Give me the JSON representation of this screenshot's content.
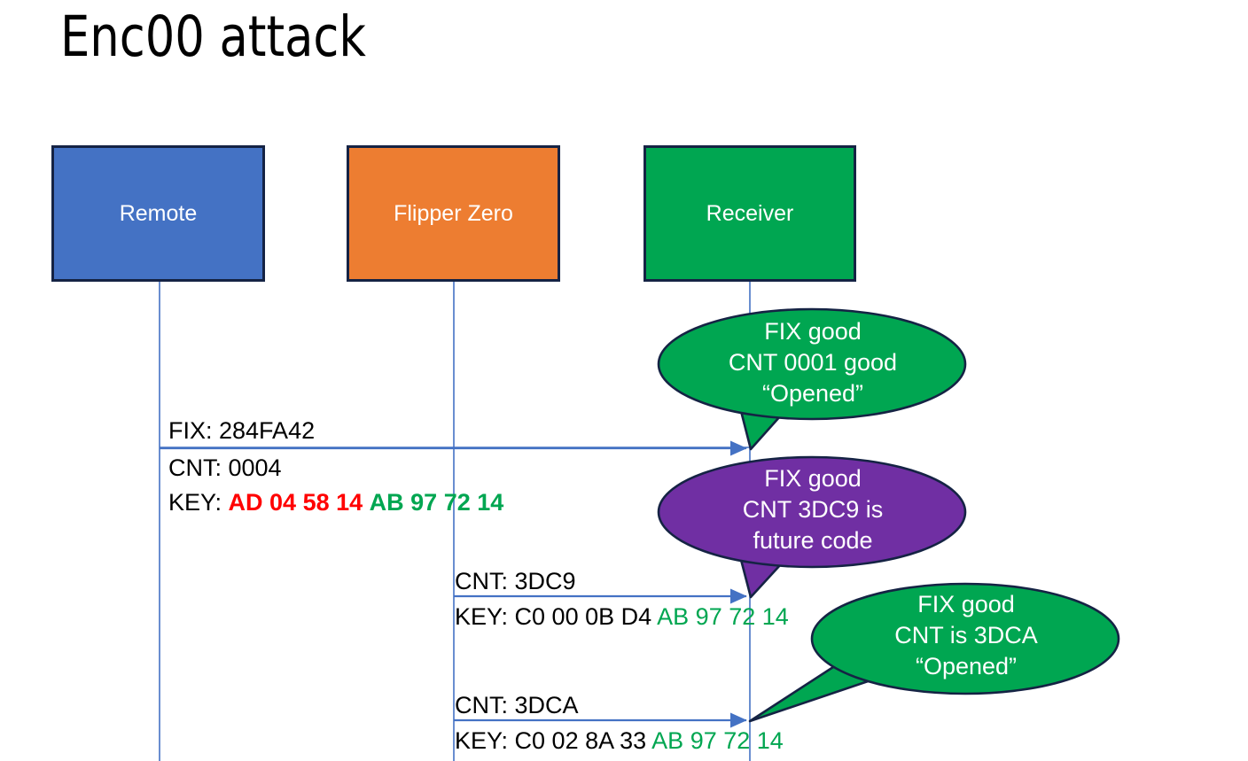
{
  "title": "Enc00 attack",
  "colors": {
    "remote": "#4472C4",
    "flipper": "#ED7D31",
    "receiver": "#00A651",
    "bubble_good": "#00A651",
    "bubble_future": "#702FA3",
    "outline": "#152344",
    "arrow": "#4472C4",
    "red_key": "#FF0000",
    "green_key": "#00A651"
  },
  "actors": [
    {
      "id": "remote",
      "label": "Remote"
    },
    {
      "id": "flipper",
      "label": "Flipper Zero"
    },
    {
      "id": "receiver",
      "label": "Receiver"
    }
  ],
  "messages": [
    {
      "id": "msg1",
      "from": "remote",
      "to": "receiver",
      "lines": [
        {
          "text": "FIX: 284FA42"
        },
        {
          "text": "CNT: 0004"
        },
        {
          "prefix": "KEY: ",
          "red": "AD 04 58 14",
          "sep": " ",
          "green": "AB 97 72 14"
        }
      ]
    },
    {
      "id": "msg2",
      "from": "flipper",
      "to": "receiver",
      "lines": [
        {
          "text": "CNT: 3DC9"
        },
        {
          "prefix": "KEY: C0 00 0B D4 ",
          "green": "AB 97 72 14"
        }
      ]
    },
    {
      "id": "msg3",
      "from": "flipper",
      "to": "receiver",
      "lines": [
        {
          "text": "CNT: 3DCA"
        },
        {
          "prefix": "KEY: C0 02 8A 33 ",
          "green": "AB 97 72 14"
        }
      ]
    }
  ],
  "bubbles": [
    {
      "id": "bubble-1",
      "kind": "good",
      "line1": "FIX good",
      "line2": "CNT 0001 good",
      "line3": "“Opened”"
    },
    {
      "id": "bubble-2",
      "kind": "future",
      "line1": "FIX good",
      "line2": "CNT 3DC9 is",
      "line3": "future code"
    },
    {
      "id": "bubble-3",
      "kind": "good",
      "line1": "FIX good",
      "line2": "CNT is 3DCA",
      "line3": "“Opened”"
    }
  ]
}
